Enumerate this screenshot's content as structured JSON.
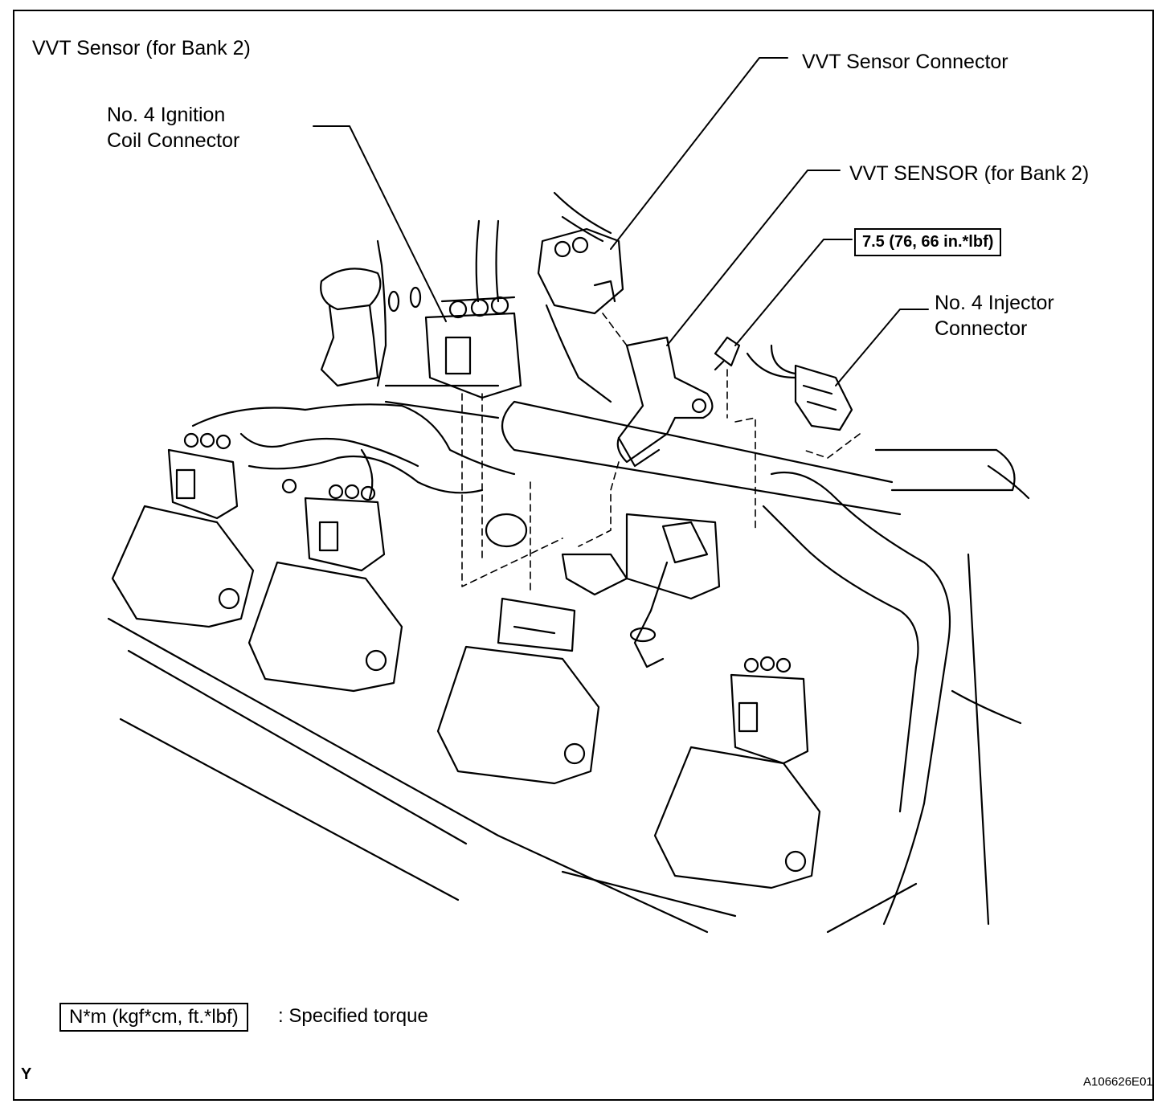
{
  "title": "VVT Sensor (for Bank 2)",
  "labels": {
    "ignition_coil_line1": "No. 4 Ignition",
    "ignition_coil_line2": "Coil Connector",
    "vvt_sensor_connector": "VVT Sensor Connector",
    "vvt_sensor": "VVT SENSOR (for Bank 2)",
    "injector_line1": "No. 4 Injector",
    "injector_line2": "Connector"
  },
  "torque_value": "7.5 (76, 66 in.*lbf)",
  "legend": {
    "box_text": "N*m (kgf*cm, ft.*lbf)",
    "description": ": Specified torque"
  },
  "corner_letter": "Y",
  "figure_id": "A106626E01"
}
